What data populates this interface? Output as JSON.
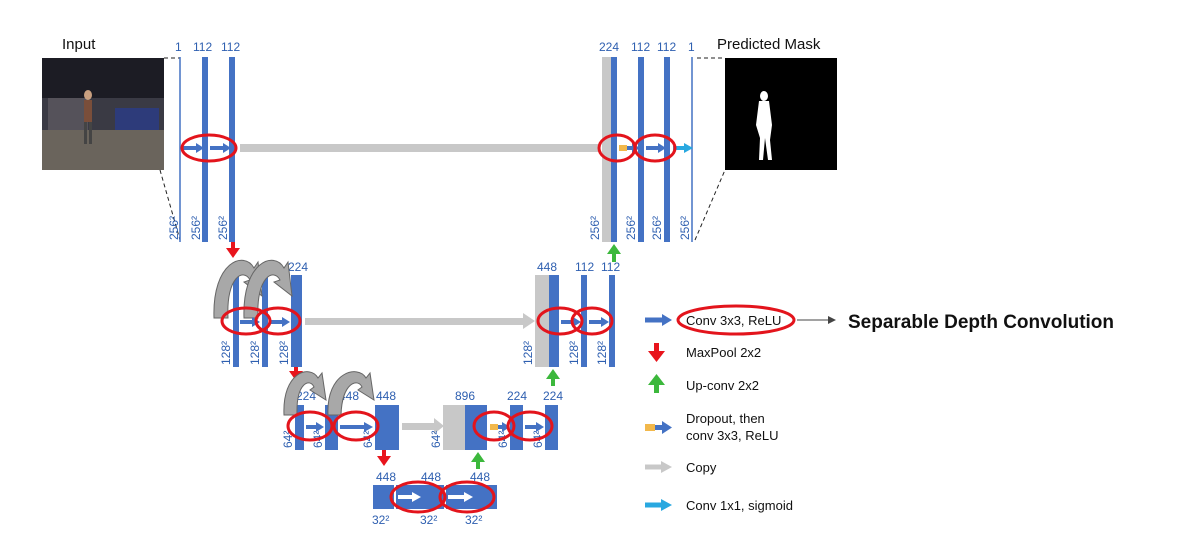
{
  "titles": {
    "input": "Input",
    "output": "Predicted Mask"
  },
  "level1": {
    "top": [
      "1",
      "112",
      "112"
    ],
    "side": [
      "256²",
      "256²",
      "256²"
    ],
    "right_top": [
      "224",
      "112",
      "112",
      "1"
    ],
    "right_side": [
      "256²",
      "256²",
      "256²",
      "256²"
    ]
  },
  "level2": {
    "top": [
      "224"
    ],
    "side": [
      "128²",
      "128²",
      "128²"
    ],
    "right_top": [
      "448",
      "112",
      "112"
    ],
    "right_side": [
      "128²",
      "128²",
      "128²"
    ]
  },
  "level3": {
    "top": [
      "224",
      "448",
      "448"
    ],
    "side": [
      "64²",
      "64²",
      "64²"
    ],
    "right_top": [
      "896",
      "224",
      "224"
    ],
    "right_side": [
      "64²",
      "64²",
      "64²"
    ]
  },
  "level4": {
    "top": [
      "448",
      "448",
      "448"
    ],
    "side": [
      "32²",
      "32²",
      "32²"
    ]
  },
  "legend": [
    {
      "label": "Conv 3x3, ReLU",
      "icon": "arrow-blue-icon"
    },
    {
      "label": "MaxPool 2x2",
      "icon": "arrow-down-red-icon"
    },
    {
      "label": "Up-conv 2x2",
      "icon": "arrow-up-green-icon"
    },
    {
      "label": "Dropout, then",
      "label2": "conv 3x3, ReLU",
      "icon": "dropout-arrow-icon"
    },
    {
      "label": "Copy",
      "icon": "arrow-gray-icon"
    },
    {
      "label": "Conv 1x1, sigmoid",
      "icon": "arrow-cyan-icon"
    }
  ],
  "annotation": "Separable Depth Convolution",
  "colors": {
    "block": "#4472c4",
    "copy": "#c8c8c8",
    "maxpool": "#e8141c",
    "upconv": "#3cb83c",
    "dropout": "#f2b84b",
    "sigmoid": "#29a8e0",
    "highlight": "#e3141c"
  }
}
